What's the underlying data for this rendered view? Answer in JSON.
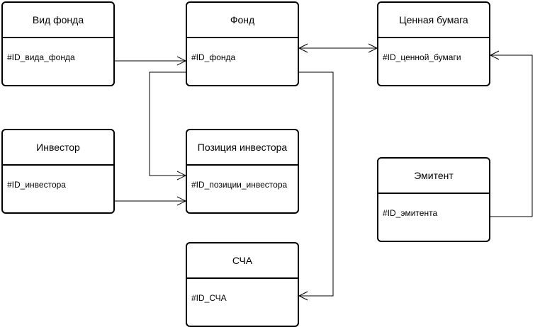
{
  "entities": {
    "vid_fonda": {
      "title": "Вид фонда",
      "key": "#ID_вида_фонда"
    },
    "fond": {
      "title": "Фонд",
      "key": "#ID_фонда"
    },
    "cennaya_bumaga": {
      "title": "Ценная бумага",
      "key": "#ID_ценной_бумаги"
    },
    "investor": {
      "title": "Инвестор",
      "key": "#ID_инвестора"
    },
    "poziciya_investora": {
      "title": "Позиция инвестора",
      "key": "#ID_позиции_инвестора"
    },
    "emitent": {
      "title": "Эмитент",
      "key": "#ID_эмитента"
    },
    "scha": {
      "title": "СЧА",
      "key": "#ID_СЧА"
    }
  },
  "relationships": [
    {
      "from": "Вид фонда",
      "to": "Фонд",
      "cardinality": "one-to-many"
    },
    {
      "from": "Фонд",
      "to": "Ценная бумага",
      "cardinality": "many-to-many"
    },
    {
      "from": "Фонд",
      "to": "Позиция инвестора",
      "cardinality": "one-to-many"
    },
    {
      "from": "Инвестор",
      "to": "Позиция инвестора",
      "cardinality": "one-to-many"
    },
    {
      "from": "Фонд",
      "to": "СЧА",
      "cardinality": "one-to-many"
    },
    {
      "from": "Эмитент",
      "to": "Ценная бумага",
      "cardinality": "one-to-many"
    }
  ]
}
